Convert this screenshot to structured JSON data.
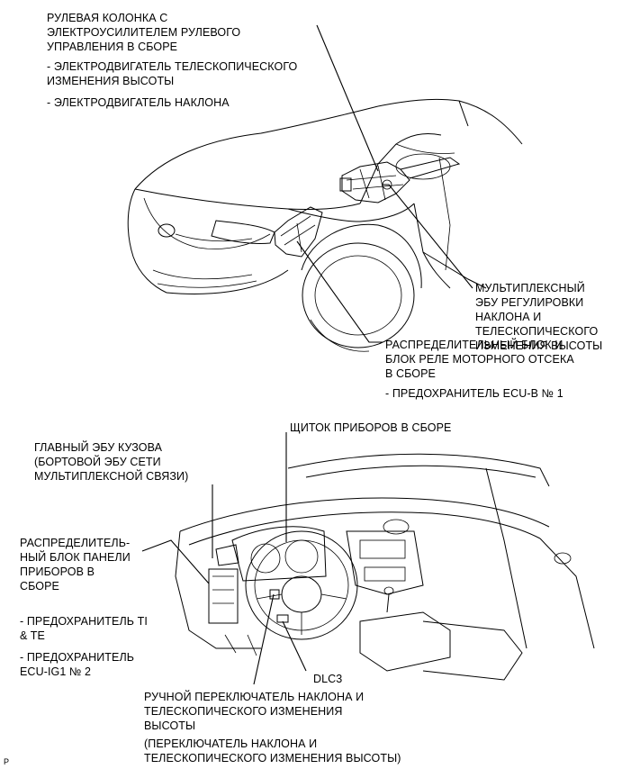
{
  "labels": {
    "steering_column": "РУЛЕВАЯ КОЛОНКА С\nЭЛЕКТРОУСИЛИТЕЛЕМ РУЛЕВОГО\nУПРАВЛЕНИЯ В СБОРЕ",
    "telescopic_motor": "- ЭЛЕКТРОДВИГАТЕЛЬ ТЕЛЕСКОПИЧЕСКОГО\nИЗМЕНЕНИЯ ВЫСОТЫ",
    "tilt_motor": "- ЭЛЕКТРОДВИГАТЕЛЬ НАКЛОНА",
    "multiplex_ecu": "МУЛЬТИПЛЕКСНЫЙ\nЭБУ РЕГУЛИРОВКИ\nНАКЛОНА И\nТЕЛЕСКОПИЧЕСКОГО\nИЗМЕНЕНИЯ ВЫСОТЫ",
    "engine_relay_block": "РАСПРЕДЕЛИТЕЛЬНЫЙ БЛОК И\nБЛОК РЕЛЕ МОТОРНОГО ОТСЕКА\nВ СБОРЕ",
    "fuse_ecu_b": "- ПРЕДОХРАНИТЕЛЬ ECU-B № 1",
    "main_body_ecu": "ГЛАВНЫЙ ЭБУ КУЗОВА\n(БОРТОВОЙ ЭБУ СЕТИ\nМУЛЬТИПЛЕКСНОЙ СВЯЗИ)",
    "instrument_cluster": "ЩИТОК ПРИБОРОВ В СБОРЕ",
    "panel_junction_block": "РАСПРЕДЕЛИТЕЛЬ-\nНЫЙ БЛОК ПАНЕЛИ\nПРИБОРОВ В\nСБОРЕ",
    "fuse_ti_te": "- ПРЕДОХРАНИТЕЛЬ TI\n& TE",
    "fuse_ecu_ig1": "- ПРЕДОХРАНИТЕЛЬ\nECU-IG1 № 2",
    "dlc3": "DLC3",
    "tilt_switch": "РУЧНОЙ ПЕРЕКЛЮЧАТЕЛЬ НАКЛОНА И\nТЕЛЕСКОПИЧЕСКОГО ИЗМЕНЕНИЯ\nВЫСОТЫ",
    "tilt_switch_alt": "(ПЕРЕКЛЮЧАТЕЛЬ НАКЛОНА И\nТЕЛЕСКОПИЧЕСКОГО ИЗМЕНЕНИЯ ВЫСОТЫ)",
    "page_marker": "P"
  }
}
